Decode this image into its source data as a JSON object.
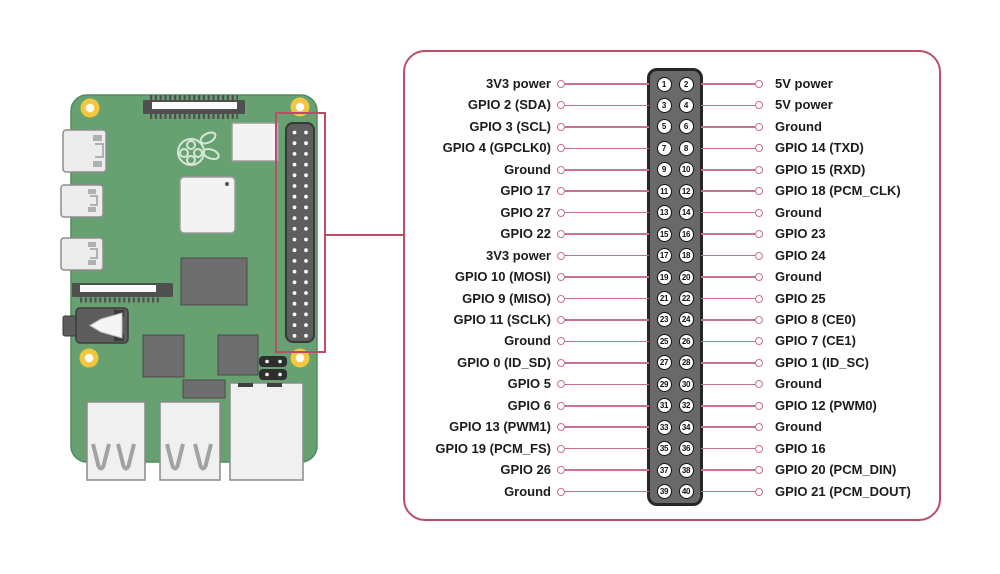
{
  "colors": {
    "accent": "#bb4d66",
    "wire": "#c9708a",
    "board_green": "#68a171",
    "mount_yellow": "#f2c73e",
    "header_gray": "#696969"
  },
  "panel": {
    "rows": [
      {
        "left_label": "3V3 power",
        "left_pin": "1",
        "right_pin": "2",
        "right_label": "5V power"
      },
      {
        "left_label": "GPIO 2 (SDA)",
        "left_pin": "3",
        "right_pin": "4",
        "right_label": "5V power"
      },
      {
        "left_label": "GPIO 3 (SCL)",
        "left_pin": "5",
        "right_pin": "6",
        "right_label": "Ground"
      },
      {
        "left_label": "GPIO 4 (GPCLK0)",
        "left_pin": "7",
        "right_pin": "8",
        "right_label": "GPIO 14 (TXD)"
      },
      {
        "left_label": "Ground",
        "left_pin": "9",
        "right_pin": "10",
        "right_label": "GPIO 15 (RXD)"
      },
      {
        "left_label": "GPIO 17",
        "left_pin": "11",
        "right_pin": "12",
        "right_label": "GPIO 18 (PCM_CLK)"
      },
      {
        "left_label": "GPIO 27",
        "left_pin": "13",
        "right_pin": "14",
        "right_label": "Ground"
      },
      {
        "left_label": "GPIO 22",
        "left_pin": "15",
        "right_pin": "16",
        "right_label": "GPIO 23"
      },
      {
        "left_label": "3V3 power",
        "left_pin": "17",
        "right_pin": "18",
        "right_label": "GPIO 24"
      },
      {
        "left_label": "GPIO 10 (MOSI)",
        "left_pin": "19",
        "right_pin": "20",
        "right_label": "Ground"
      },
      {
        "left_label": "GPIO 9 (MISO)",
        "left_pin": "21",
        "right_pin": "22",
        "right_label": "GPIO 25"
      },
      {
        "left_label": "GPIO 11 (SCLK)",
        "left_pin": "23",
        "right_pin": "24",
        "right_label": "GPIO 8 (CE0)"
      },
      {
        "left_label": "Ground",
        "left_pin": "25",
        "right_pin": "26",
        "right_label": "GPIO 7 (CE1)"
      },
      {
        "left_label": "GPIO 0 (ID_SD)",
        "left_pin": "27",
        "right_pin": "28",
        "right_label": "GPIO 1 (ID_SC)"
      },
      {
        "left_label": "GPIO 5",
        "left_pin": "29",
        "right_pin": "30",
        "right_label": "Ground"
      },
      {
        "left_label": "GPIO 6",
        "left_pin": "31",
        "right_pin": "32",
        "right_label": "GPIO 12 (PWM0)"
      },
      {
        "left_label": "GPIO 13 (PWM1)",
        "left_pin": "33",
        "right_pin": "34",
        "right_label": "Ground"
      },
      {
        "left_label": "GPIO 19 (PCM_FS)",
        "left_pin": "35",
        "right_pin": "36",
        "right_label": "GPIO 16"
      },
      {
        "left_label": "GPIO 26",
        "left_pin": "37",
        "right_pin": "38",
        "right_label": "GPIO 20 (PCM_DIN)"
      },
      {
        "left_label": "Ground",
        "left_pin": "39",
        "right_pin": "40",
        "right_label": "GPIO 21 (PCM_DOUT)"
      }
    ]
  }
}
